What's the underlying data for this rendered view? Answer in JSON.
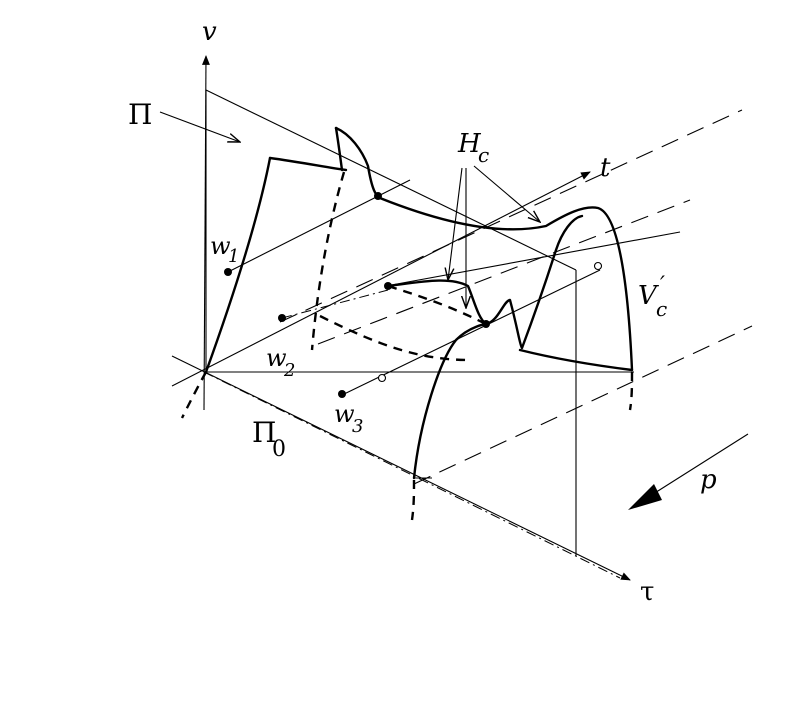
{
  "labels": {
    "v": "v",
    "t": "t",
    "tau": "τ",
    "pi": "Π",
    "pi0": "Π",
    "pi0_sub": "0",
    "hc": "H",
    "hc_sub": "c",
    "vc": "V",
    "vc_sub": "c",
    "vc_prime": "′",
    "p": "p",
    "w1": "w",
    "w1_sub": "1",
    "w2": "w",
    "w2_sub": "2",
    "w3": "w",
    "w3_sub": "3"
  }
}
